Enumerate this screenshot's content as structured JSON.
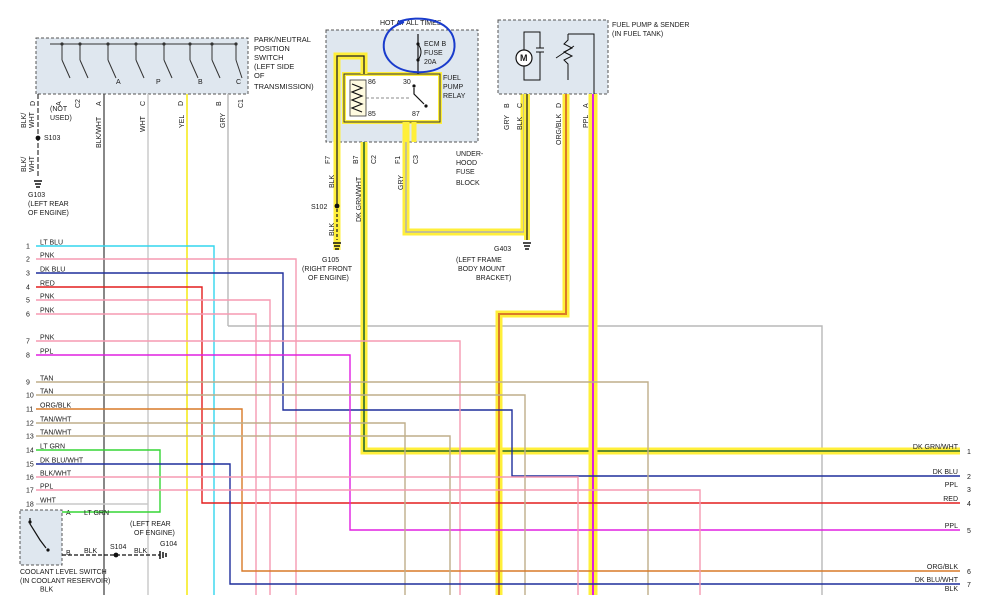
{
  "colors": {
    "lt_blu": "#33d6ee",
    "pnk": "#f59ab2",
    "dk_blu": "#1f2f9c",
    "red": "#e41e1e",
    "ppl": "#e020e0",
    "tan": "#bfae8a",
    "org_blk": "#d97a28",
    "lt_grn": "#35d635",
    "gry": "#b8b8b8",
    "blk": "#222222",
    "dk_grn_wht": "#2a6a2a",
    "yel": "#f5e800",
    "highlight": "#ffef3a",
    "circle_annotation": "#1a3ccc"
  },
  "components": {
    "pn_switch": {
      "title_lines": [
        "PARK/NEUTRAL",
        "POSITION",
        "SWITCH",
        "(LEFT SIDE",
        "OF",
        "TRANSMISSION)"
      ],
      "contacts": [
        "A",
        "P",
        "B",
        "C"
      ],
      "pins": [
        "D",
        "A",
        "C2",
        "A",
        "C",
        "D",
        "B",
        "C1"
      ]
    },
    "fuse_block": {
      "header": "HOT AT ALL TIMES",
      "fuse_lines": [
        "ECM B",
        "FUSE",
        "20A"
      ],
      "relay_lines": [
        "FUEL",
        "PUMP",
        "RELAY"
      ],
      "relay_pins": [
        "86",
        "30",
        "85",
        "87"
      ],
      "block_lines": [
        "UNDER-",
        "HOOD",
        "FUSE",
        "BLOCK"
      ],
      "connector_pins": [
        "F7",
        "B7",
        "C2",
        "F1",
        "C3"
      ]
    },
    "fuel_pump": {
      "title_lines": [
        "FUEL PUMP & SENDER",
        "(IN FUEL TANK)"
      ],
      "motor": "M",
      "pins": [
        "B",
        "C",
        "D",
        "A"
      ]
    },
    "coolant_switch": {
      "title_lines": [
        "COOLANT LEVEL SWITCH",
        "(IN COOLANT RESERVOIR)"
      ],
      "pins": [
        "A",
        "B"
      ]
    }
  },
  "labels": {
    "not_used": [
      "(NOT",
      "USED)"
    ],
    "s103": "S103",
    "g103": [
      "G103",
      "(LEFT REAR",
      "OF ENGINE)"
    ],
    "s102": "S102",
    "g105": [
      "G105",
      "(RIGHT FRONT",
      "OF ENGINE)"
    ],
    "g403": [
      "G403",
      "(LEFT FRAME",
      "BODY MOUNT",
      "BRACKET)"
    ],
    "s104": "S104",
    "g104": "G104",
    "g104_loc": [
      "(LEFT REAR",
      "OF ENGINE)"
    ],
    "v_blk_wht_a": [
      "BLK/",
      "WHT"
    ],
    "v_blk_wht_b": [
      "BLK/",
      "WHT"
    ],
    "v_blk_wht": "BLK/WHT",
    "v_wht": "WHT",
    "v_yel": "YEL",
    "v_gry": "GRY",
    "v_blk": "BLK",
    "v_blk2": "BLK",
    "v_dkgrnwht": "DK GRN/WHT",
    "v_gry2": "GRY",
    "v_gry3": "GRY",
    "v_blk3": "BLK",
    "v_orgblk": "ORG/BLK",
    "v_ppl": "PPL",
    "cs_a_wire": "LT GRN",
    "cs_b_wire": "BLK",
    "cs_b_wire2": "BLK"
  },
  "connector_left": [
    {
      "pin": "1",
      "color": "LT BLU"
    },
    {
      "pin": "2",
      "color": "PNK"
    },
    {
      "pin": "3",
      "color": "DK BLU"
    },
    {
      "pin": "4",
      "color": "RED"
    },
    {
      "pin": "5",
      "color": "PNK"
    },
    {
      "pin": "6",
      "color": "PNK"
    },
    {
      "pin": "7",
      "color": "PNK"
    },
    {
      "pin": "8",
      "color": "PPL"
    },
    {
      "pin": "9",
      "color": "TAN"
    },
    {
      "pin": "10",
      "color": "TAN"
    },
    {
      "pin": "11",
      "color": "ORG/BLK"
    },
    {
      "pin": "12",
      "color": "TAN/WHT"
    },
    {
      "pin": "13",
      "color": "TAN/WHT"
    },
    {
      "pin": "14",
      "color": "LT GRN"
    },
    {
      "pin": "15",
      "color": "DK BLU/WHT"
    },
    {
      "pin": "16",
      "color": "BLK/WHT"
    },
    {
      "pin": "17",
      "color": "PPL"
    },
    {
      "pin": "18",
      "color": "WHT"
    },
    {
      "pin": "",
      "color": "BLK"
    }
  ],
  "connector_right": [
    {
      "pin": "1",
      "color": "DK GRN/WHT"
    },
    {
      "pin": "2",
      "color": "DK BLU"
    },
    {
      "pin": "3",
      "color": "PPL"
    },
    {
      "pin": "4",
      "color": "RED"
    },
    {
      "pin": "5",
      "color": "PPL"
    },
    {
      "pin": "6",
      "color": "ORG/BLK"
    },
    {
      "pin": "7",
      "color": "DK BLU/WHT"
    },
    {
      "pin": "",
      "color": "BLK"
    }
  ]
}
